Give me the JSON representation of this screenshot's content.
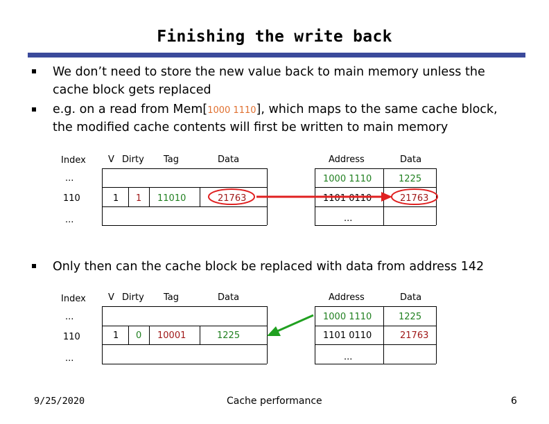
{
  "title": "Finishing the write back",
  "bullets": {
    "b1_line1": "We don’t need to store the new value back to main memory unless the",
    "b1_line2": "cache block gets replaced",
    "b2_pre": "e.g. on a read from Mem[",
    "b2_addr": "1000 1110",
    "b2_post": "], which maps to the same cache block,",
    "b2_line2": "the modified cache contents will first be written to main memory",
    "b3": "Only then can the cache block be replaced with data from address 142"
  },
  "headers": {
    "index": "Index",
    "v": "V",
    "dirty": "Dirty",
    "tag": "Tag",
    "data": "Data",
    "address": "Address",
    "mem_data": "Data"
  },
  "table1": {
    "row_dots_top": "...",
    "row_dots_bottom": "...",
    "index": "110",
    "v": "1",
    "dirty": "1",
    "tag": "11010",
    "data": "21763",
    "mem_rows": [
      {
        "address": "1000 1110",
        "data": "1225"
      },
      {
        "address": "1101 0110",
        "data": "21763"
      }
    ],
    "mem_dots": "..."
  },
  "table2": {
    "row_dots_top": "...",
    "row_dots_bottom": "...",
    "index": "110",
    "v": "1",
    "dirty": "0",
    "tag": "10001",
    "data": "1225",
    "mem_rows": [
      {
        "address": "1000 1110",
        "data": "1225"
      },
      {
        "address": "1101 0110",
        "data": "21763"
      }
    ],
    "mem_dots": "..."
  },
  "footer": {
    "date": "9/25/2020",
    "topic": "Cache performance",
    "page": "6"
  },
  "colors": {
    "accent": "#3b4a9b",
    "green": "#208020",
    "red": "#a01818",
    "orange": "#e07030"
  }
}
